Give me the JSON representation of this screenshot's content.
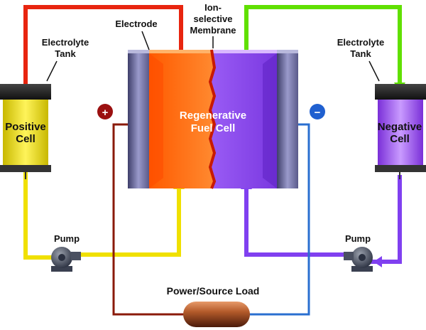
{
  "labels": {
    "electrode": "Electrode",
    "membrane_line1": "Ion-",
    "membrane_line2": "selective",
    "membrane_line3": "Membrane",
    "tank_left_line1": "Electrolyte",
    "tank_left_line2": "Tank",
    "tank_right_line1": "Electrolyte",
    "tank_right_line2": "Tank",
    "positive_cell_line1": "Positive",
    "positive_cell_line2": "Cell",
    "negative_cell_line1": "Negative",
    "negative_cell_line2": "Cell",
    "fuel_cell_line1": "Regenerative",
    "fuel_cell_line2": "Fuel Cell",
    "pump_left": "Pump",
    "pump_right": "Pump",
    "load": "Power/Source Load"
  },
  "colors": {
    "positive_electrolyte": "#f5e400",
    "negative_electrolyte": "#9b4ff0",
    "red_pipe": "#e8250f",
    "green_pipe": "#60e000",
    "yellow_pipe": "#f0e000",
    "purple_pipe": "#8040f0",
    "wire_positive": "#8a1a0a",
    "wire_negative": "#2a6fd0",
    "orange_half": "#ff6a10",
    "violet_half": "#9a5cf5"
  },
  "icons": {
    "plus": "+",
    "minus": "−"
  }
}
